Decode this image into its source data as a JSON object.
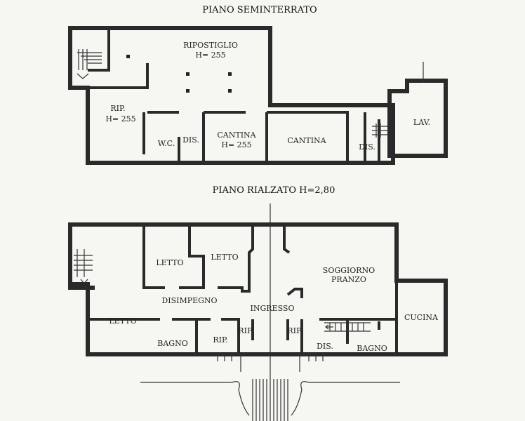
{
  "basement": {
    "title": "PIANO SEMINTERRATO",
    "rooms": {
      "ripostiglio": {
        "name": "RIPOSTIGLIO",
        "height": "H= 255"
      },
      "rip": {
        "name": "RIP.",
        "height": "H= 255"
      },
      "wc": "W.C.",
      "dis1": "DIS.",
      "cantina1": {
        "name": "CANTINA",
        "height": "H= 255"
      },
      "cantina2": "CANTINA",
      "dis2": "DIS.",
      "lav": "LAV."
    }
  },
  "ground": {
    "title": "PIANO RIALZATO H=2,80",
    "rooms": {
      "letto1": "LETTO",
      "letto2": "LETTO",
      "soggiorno": "SOGGIORNO",
      "pranzo": "PRANZO",
      "disimpegno": "DISIMPEGNO",
      "ingresso": "INGRESSO",
      "letto3": "LETTO",
      "bagno1": "BAGNO",
      "rip1": "RIP.",
      "rip2": "RIP.",
      "rip3": "RIP.",
      "dis": "DIS.",
      "bagno2": "BAGNO",
      "cucina": "CUCINA"
    }
  }
}
